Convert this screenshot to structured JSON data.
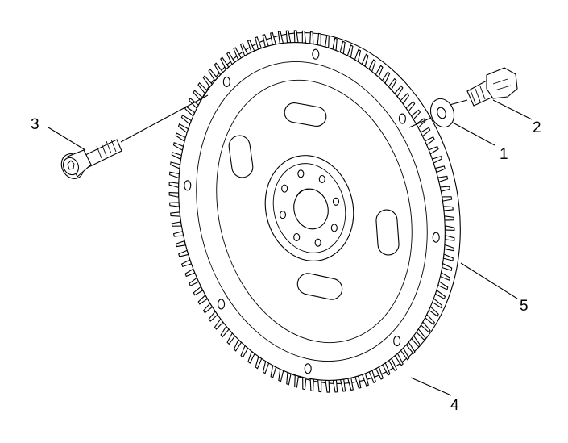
{
  "callouts": [
    {
      "id": "1",
      "text": "1",
      "part": "washer"
    },
    {
      "id": "2",
      "text": "2",
      "part": "hex-bolt"
    },
    {
      "id": "3",
      "text": "3",
      "part": "socket-head-bolt"
    },
    {
      "id": "4",
      "text": "4",
      "part": "ring-gear"
    },
    {
      "id": "5",
      "text": "5",
      "part": "flywheel"
    }
  ],
  "colors": {
    "line": "#000000",
    "background": "#ffffff"
  },
  "icons": [
    "washer-icon",
    "hex-bolt-icon",
    "socket-head-bolt-icon",
    "ring-gear-icon",
    "flywheel-icon"
  ],
  "ring_gear": {
    "tooth_count": 110
  }
}
